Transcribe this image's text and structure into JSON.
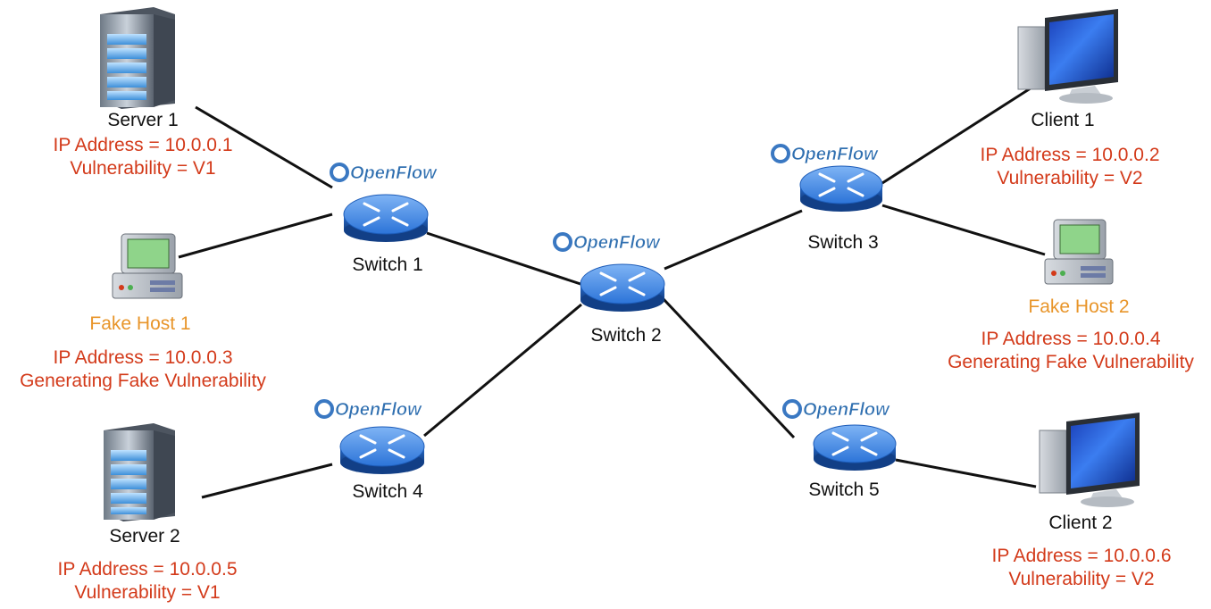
{
  "brand": {
    "openflow_label": "OpenFlow",
    "colors": {
      "link": "#111111",
      "info_text": "#d33a1a",
      "fake_host_text": "#e8952a",
      "switch_blue": "#2c74d8",
      "logo_blue": "#2f6fb0"
    }
  },
  "switches": [
    {
      "id": "s1",
      "label": "Switch 1"
    },
    {
      "id": "s2",
      "label": "Switch 2"
    },
    {
      "id": "s3",
      "label": "Switch 3"
    },
    {
      "id": "s4",
      "label": "Switch 4"
    },
    {
      "id": "s5",
      "label": "Switch 5"
    }
  ],
  "hosts": [
    {
      "id": "server1",
      "icon": "server-icon",
      "name": "Server 1",
      "lines": [
        "IP Address = 10.0.0.1",
        "Vulnerability = V1"
      ]
    },
    {
      "id": "fakehost1",
      "icon": "desktop-pc-icon",
      "name": "Fake Host 1",
      "lines": [
        "IP Address = 10.0.0.3",
        "Generating Fake Vulnerability"
      ]
    },
    {
      "id": "server2",
      "icon": "server-icon",
      "name": "Server 2",
      "lines": [
        "IP Address = 10.0.0.5",
        "Vulnerability = V1"
      ]
    },
    {
      "id": "client1",
      "icon": "monitor-icon",
      "name": "Client 1",
      "lines": [
        "IP Address = 10.0.0.2",
        "Vulnerability = V2"
      ]
    },
    {
      "id": "fakehost2",
      "icon": "desktop-pc-icon",
      "name": "Fake Host 2",
      "lines": [
        "IP Address = 10.0.0.4",
        "Generating Fake Vulnerability"
      ]
    },
    {
      "id": "client2",
      "icon": "monitor-icon",
      "name": "Client 2",
      "lines": [
        "IP Address = 10.0.0.6",
        "Vulnerability = V2"
      ]
    }
  ],
  "links": [
    {
      "from": "server1",
      "to": "s1"
    },
    {
      "from": "fakehost1",
      "to": "s1"
    },
    {
      "from": "s1",
      "to": "s2"
    },
    {
      "from": "s2",
      "to": "s3"
    },
    {
      "from": "s2",
      "to": "s4"
    },
    {
      "from": "s2",
      "to": "s5"
    },
    {
      "from": "s4",
      "to": "server2"
    },
    {
      "from": "s3",
      "to": "client1"
    },
    {
      "from": "s3",
      "to": "fakehost2"
    },
    {
      "from": "s5",
      "to": "client2"
    }
  ]
}
